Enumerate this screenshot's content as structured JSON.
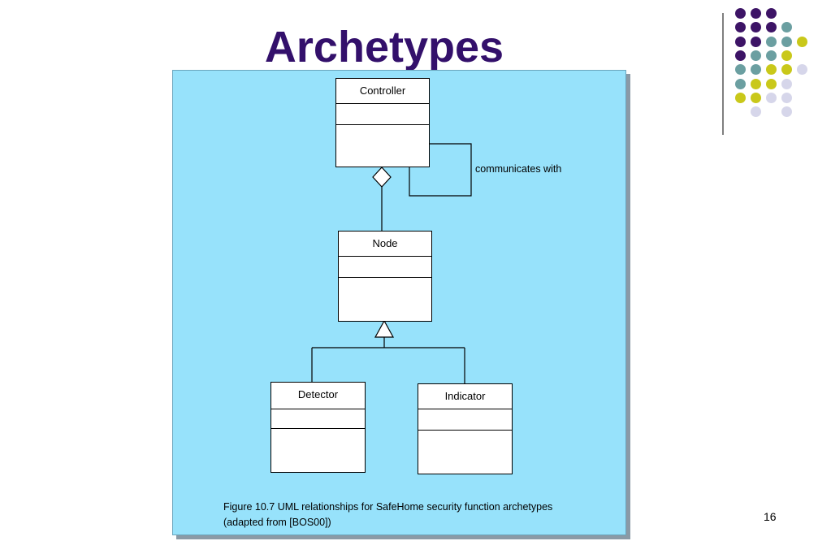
{
  "slide": {
    "title": "Archetypes",
    "page_number": "16"
  },
  "diagram": {
    "classes": {
      "controller": "Controller",
      "node": "Node",
      "detector": "Detector",
      "indicator": "Indicator"
    },
    "association_label": "communicates with",
    "caption_line1": "Figure 10.7  UML relationships for SafeHome security function archetypes",
    "caption_line2": "(adapted from [BOS00])"
  },
  "colors": {
    "title": "#33106b",
    "panel_background": "#97e2fb",
    "dot_purple": "#3d1466",
    "dot_teal": "#6b9fa1",
    "dot_lime": "#c9c81a",
    "dot_lavender": "#d6d6ea"
  },
  "decoration": {
    "dot_grid_rows": [
      [
        "purple",
        "purple",
        "purple",
        "",
        ""
      ],
      [
        "purple",
        "purple",
        "purple",
        "teal",
        ""
      ],
      [
        "purple",
        "purple",
        "teal",
        "teal",
        "lime"
      ],
      [
        "purple",
        "teal",
        "teal",
        "lime",
        ""
      ],
      [
        "teal",
        "teal",
        "lime",
        "lime",
        "lavender"
      ],
      [
        "teal",
        "lime",
        "lime",
        "lavender",
        ""
      ],
      [
        "lime",
        "lime",
        "lavender",
        "lavender",
        ""
      ],
      [
        "",
        "lavender",
        "",
        "lavender",
        ""
      ]
    ]
  }
}
